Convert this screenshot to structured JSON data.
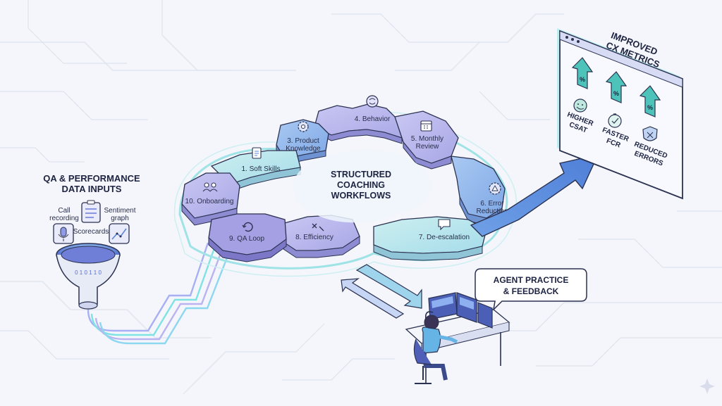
{
  "inputs": {
    "title_line1": "QA & PERFORMANCE",
    "title_line2": "DATA INPUTS",
    "call_recording_line1": "Call",
    "call_recording_line2": "recording",
    "sentiment_line1": "Sentiment",
    "sentiment_line2": "graph",
    "scorecards": "Scorecards",
    "binary": "0 1 0 1 1 0"
  },
  "center": {
    "line1": "STRUCTURED",
    "line2": "COACHING",
    "line3": "WORKFLOWS"
  },
  "steps": [
    {
      "line1": "1. Soft Skills",
      "line2": ""
    },
    {
      "line1": "3. Product",
      "line2": "Knowledge"
    },
    {
      "line1": "4. Behavior",
      "line2": ""
    },
    {
      "line1": "5. Monthly",
      "line2": "Review"
    },
    {
      "line1": "6. Error",
      "line2": "Reduction"
    },
    {
      "line1": "7. De-escalation",
      "line2": ""
    },
    {
      "line1": "8. Efficiency",
      "line2": ""
    },
    {
      "line1": "9. QA Loop",
      "line2": ""
    },
    {
      "line1": "10. Onboarding",
      "line2": ""
    }
  ],
  "metrics": {
    "title_line1": "IMPROVED",
    "title_line2": "CX METRICS",
    "items": [
      {
        "line1": "HIGHER",
        "line2": "CSAT",
        "symbol": "%"
      },
      {
        "line1": "FASTER",
        "line2": "FCR",
        "symbol": "%"
      },
      {
        "line1": "REDUCED",
        "line2": "ERRORS",
        "symbol": "%"
      }
    ]
  },
  "agent": {
    "line1": "AGENT PRACTICE",
    "line2": "& FEEDBACK"
  },
  "colors": {
    "segment_lavender": "#b7b6ec",
    "segment_blue": "#8fb6ea",
    "accent_teal": "#47c9c9",
    "arrow_blue": "#5a86d8",
    "outline_dark": "#2b3150",
    "panel_glow": "#7fe3e3"
  }
}
